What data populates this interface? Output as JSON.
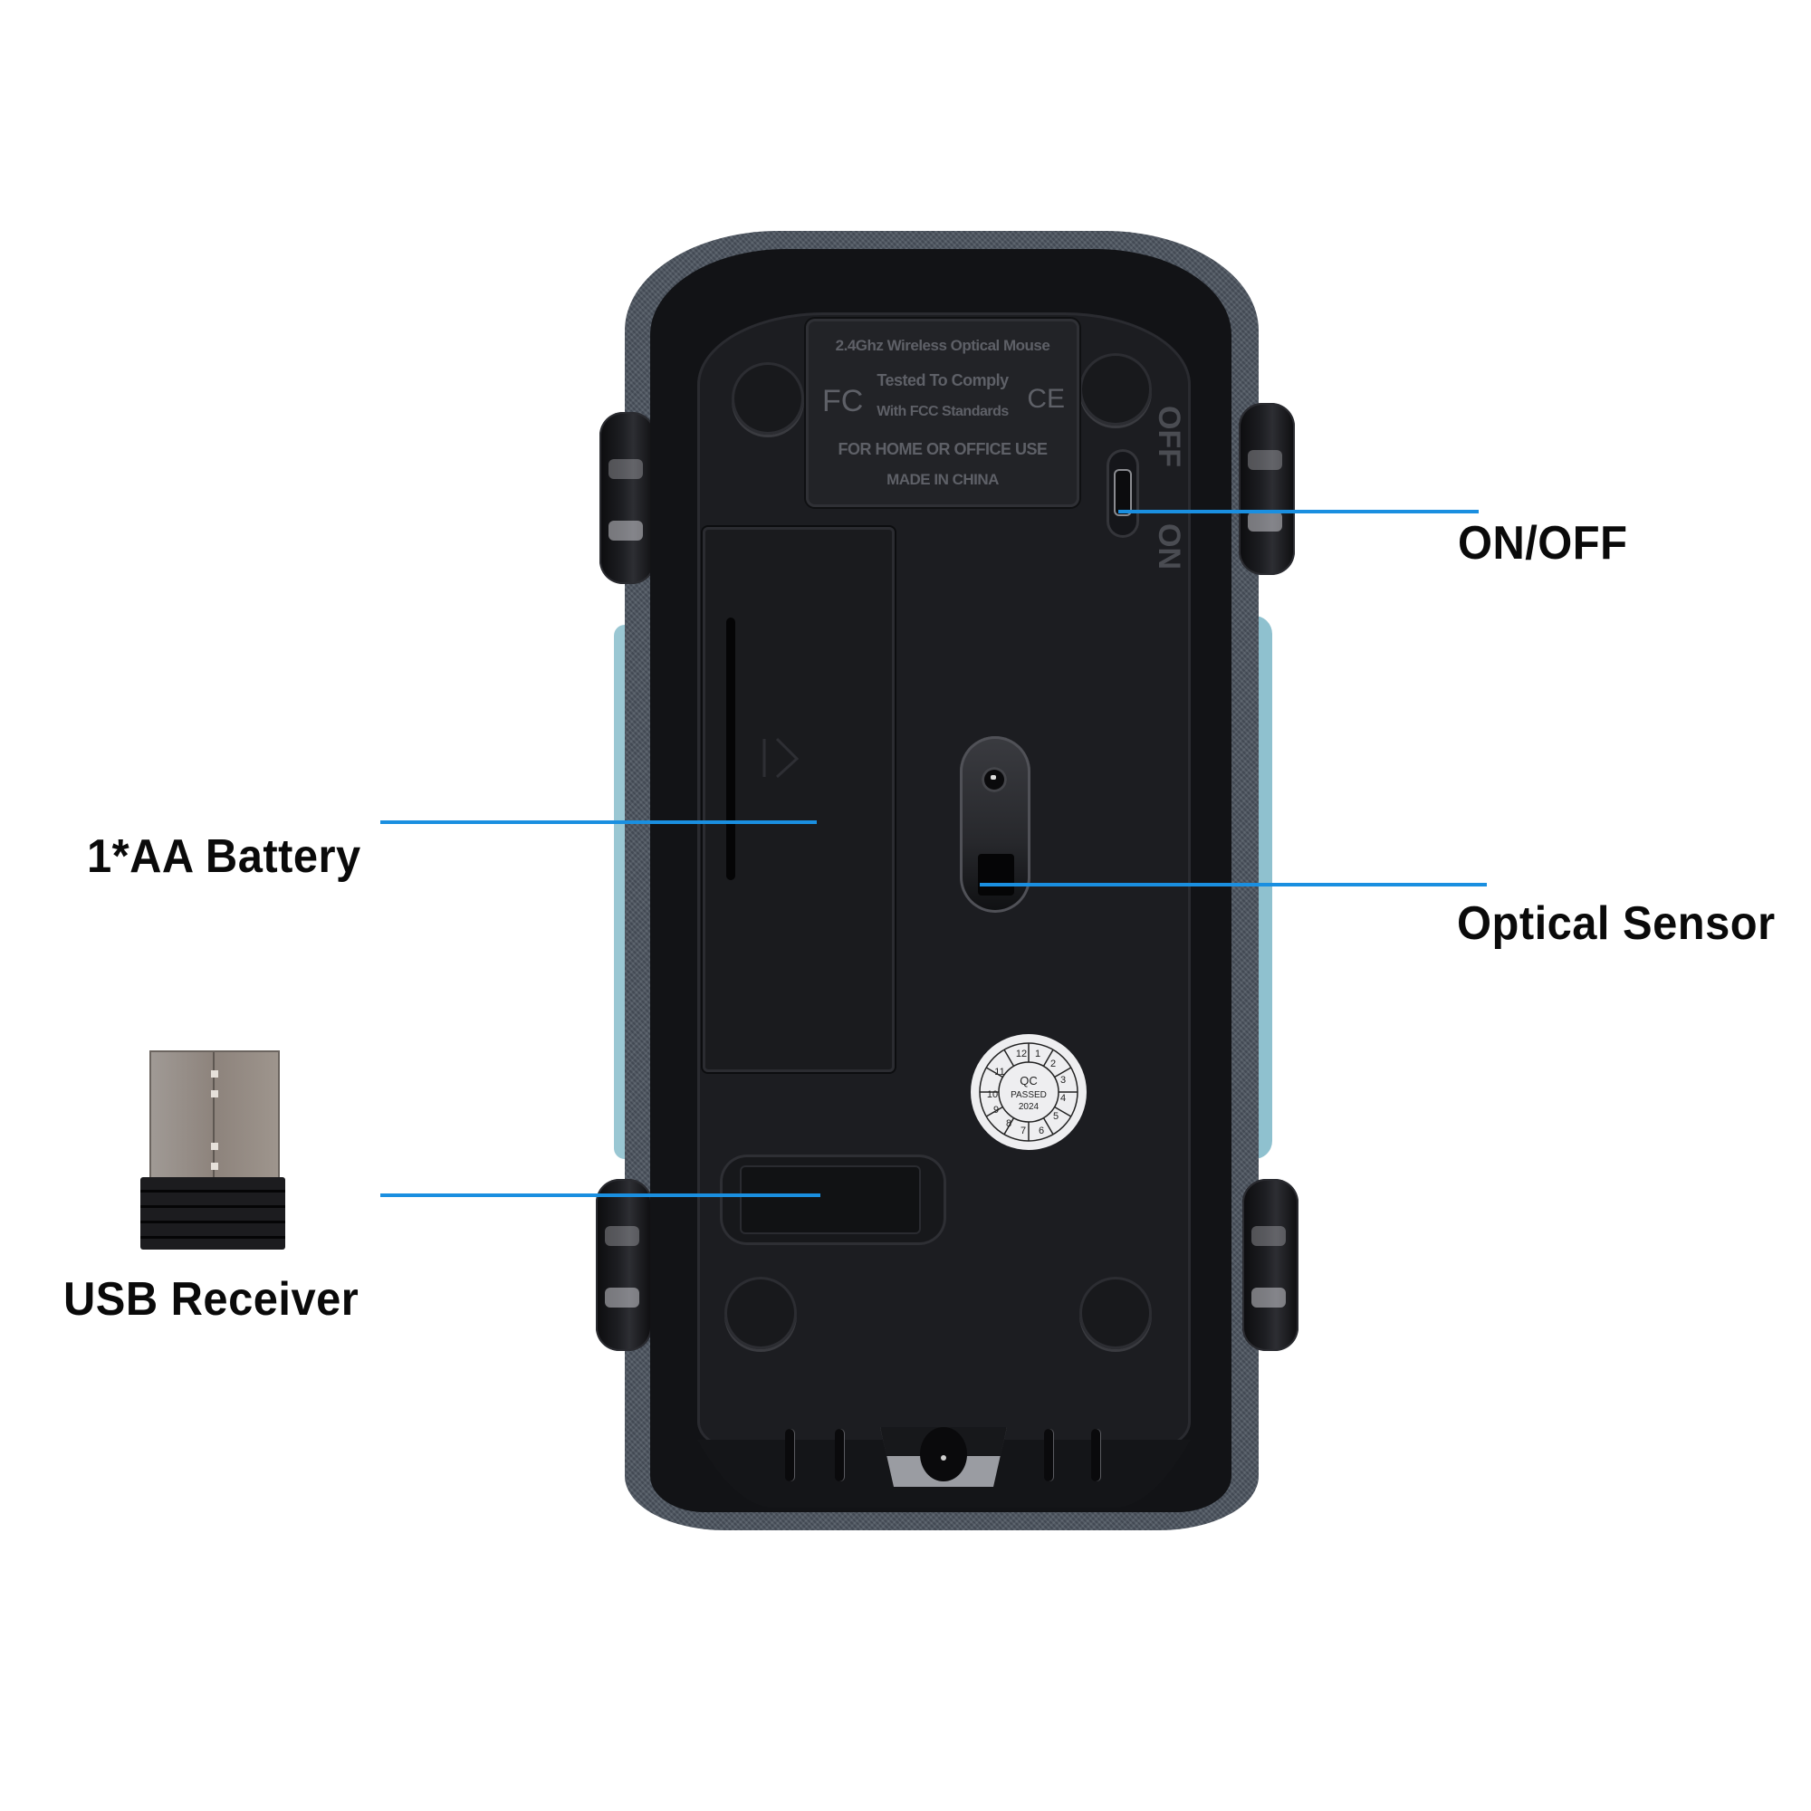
{
  "callouts": {
    "power": {
      "label": "ON/OFF"
    },
    "battery": {
      "label": "1*AA Battery"
    },
    "sensor": {
      "label": "Optical Sensor"
    },
    "receiver": {
      "label": "USB Receiver"
    }
  },
  "colors": {
    "leader_line": "#1a8fe0",
    "label_text": "#0a0a0a",
    "background": "#ffffff",
    "mouse_body": "#121316",
    "shell_trim": "#8fc1cf"
  },
  "product_plate": {
    "lines": [
      "2.4Ghz Wireless Optical Mouse",
      "Tested To Comply",
      "With FCC Standards",
      "FOR HOME OR OFFICE USE",
      "MADE IN CHINA"
    ],
    "fcc_mark": "FC",
    "ce_mark": "CE"
  },
  "switch": {
    "off_label": "OFF",
    "on_label": "ON"
  },
  "qc_sticker": {
    "title": "QC",
    "status": "PASSED",
    "year": "2024",
    "months": [
      "12",
      "1",
      "2",
      "3",
      "4",
      "5",
      "6",
      "7",
      "8",
      "9",
      "10",
      "11"
    ]
  }
}
